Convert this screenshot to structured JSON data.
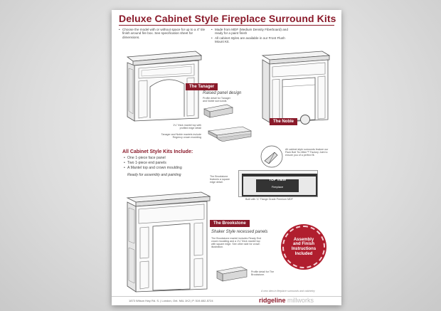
{
  "title": "Deluxe Cabinet Style Fireplace Surround Kits",
  "intro_bullets": [
    "Choose the model with or without space for up to a 4\" tile finish around fire box. See specification sheet for dimensions.",
    "Made from MDF (Medium Density Fiberboard) and ready for a paint finish",
    "All cabinet styles are available in our Front Flush Mount Kit."
  ],
  "tanager": {
    "label": "The Tanager",
    "subtitle": "Raised panel design",
    "profile_note": "Profile detail for Tanager and Noble surrounds",
    "mantel_note_1": "1¼\" thick mantel top with profiled edge detail",
    "mantel_note_2": "Tanager and Noble mantels include Regency crown moulding"
  },
  "noble": {
    "label": "The Noble",
    "callout": "All cabinet style surrounds feature our Pack Bolt Tru Miter™ Factory Joint to ensure you of a perfect fit."
  },
  "all_kits": {
    "heading": "All Cabinet Style Kits Include:",
    "items": [
      "One 1-piece face panel",
      "Two 1-piece end panels",
      "A Mantel top and crown moulding"
    ],
    "note": "Ready for assembly and painting"
  },
  "top_view": {
    "label": "TOP VIEW",
    "sublabel": "Fireplace",
    "brookstone_note": "The Brookstone features a square edge detail.",
    "caption": "Built with ¾\" Flange Grade Premium MDF"
  },
  "brookstone": {
    "label": "The Brookstone",
    "subtitle": "Shaker Style recessed panels",
    "description": "The Brookstone mantel includes Ready End crown moulding and a 1¼\" thick mantel top with square edge. See other side for crown illustration.",
    "profile_note": "Profile detail for The Brookstone."
  },
  "seal": {
    "lines": [
      "Assembly",
      "and Finish",
      "Instructions",
      "Included"
    ]
  },
  "footer": {
    "tagline": "A new idea in fireplace surrounds and cabinetry",
    "address": "1873 Wilson Hwy Rd. S.  |  London, Ont. N6L 1K2  |  P. 519-652-5724",
    "brand": "ridgeline",
    "brand_suffix": "millworks"
  },
  "colors": {
    "accent": "#8a1a2a",
    "seal": "#b01e2e"
  }
}
